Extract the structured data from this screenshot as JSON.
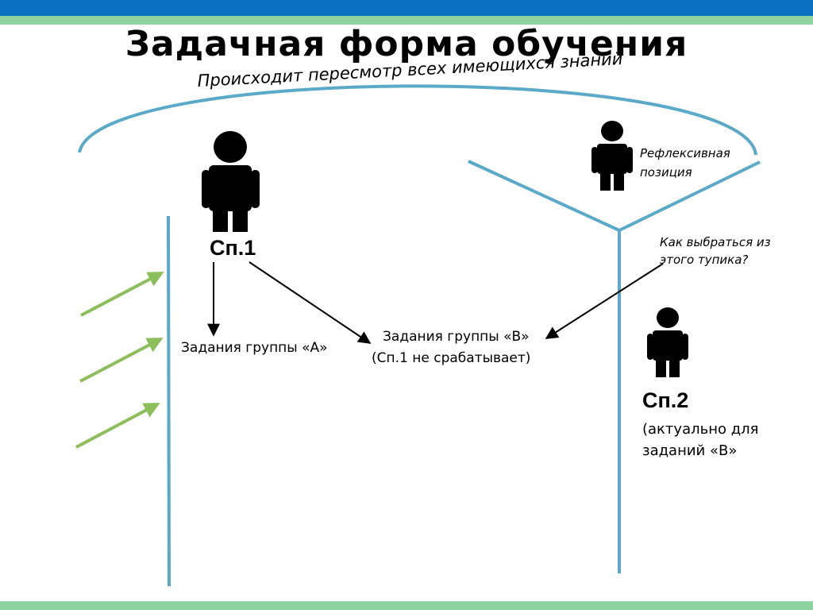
{
  "title": "Задачная форма обучения",
  "arc_label": "Происходит пересмотр всех имеющихся знаний",
  "nodes": {
    "sp1_label": "Сп.1",
    "sp2_label": "Сп.2",
    "sp2_note": "(актуально для заданий «В»",
    "group_a": "Задания группы «А»",
    "group_b": "Задания группы «В»",
    "group_b_note": "(Сп.1 не срабатывает)",
    "reflexive_position": "Рефлексивная позиция",
    "dead_end_question": "Как выбраться из этого тупика?"
  },
  "icons": [
    "person-icon-sp1",
    "person-icon-reflexive",
    "person-icon-sp2",
    "green-arrow-icon"
  ],
  "colors": {
    "header_blue": "#0a70c0",
    "header_green": "#8fd3a2",
    "line_blue": "#5aa9c9",
    "arrow_green": "#8cbf5a",
    "text": "#000000"
  }
}
